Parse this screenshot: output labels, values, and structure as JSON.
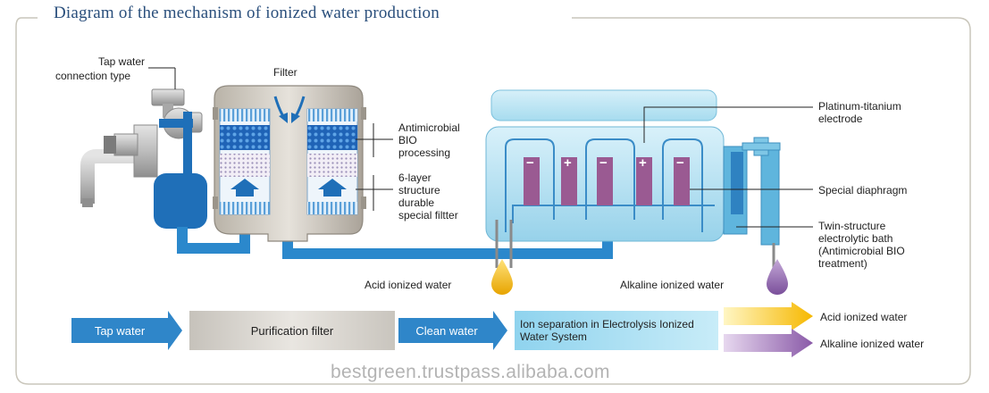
{
  "title": "Diagram of the mechanism of ionized water production",
  "labels": {
    "tap_connection_line1": "Tap water",
    "tap_connection_line2": "connection type",
    "filter": "Filter",
    "antimicrobial_line1": "Antimicrobial",
    "antimicrobial_line2": "BIO",
    "antimicrobial_line3": "processing",
    "layer_line1": "6-layer",
    "layer_line2": "structure",
    "layer_line3": "durable",
    "layer_line4": "special filtter",
    "electrode_line1": "Platinum-titanium",
    "electrode_line2": "electrode",
    "diaphragm": "Special diaphragm",
    "bath_line1": "Twin-structure",
    "bath_line2": "electrolytic bath",
    "bath_line3": "(Antimicrobial BIO",
    "bath_line4": "treatment)",
    "acid_water": "Acid ionized water",
    "alkaline_water": "Alkaline ionized water"
  },
  "electrode_signs": [
    "−",
    "+",
    "−",
    "+",
    "−"
  ],
  "flow": {
    "tap_water": "Tap water",
    "purification": "Purification filter",
    "clean_water": "Clean water",
    "ion_separation_line1": "Ion separation in Electrolysis Ionized",
    "ion_separation_line2": "Water System",
    "out_acid": "Acid ionized water",
    "out_alkaline": "Alkaline ionized water"
  },
  "watermark": "bestgreen.trustpass.alibaba.com",
  "colors": {
    "title": "#2a4f7c",
    "pipe_blue": "#1f6fb8",
    "flow_blue": "#2b88cc",
    "bath_cyan": "#bfe6f4",
    "electrode_purple": "#9a5a92",
    "acid_yellow": "#f2b51c",
    "alkaline_purple": "#8a63a9"
  }
}
